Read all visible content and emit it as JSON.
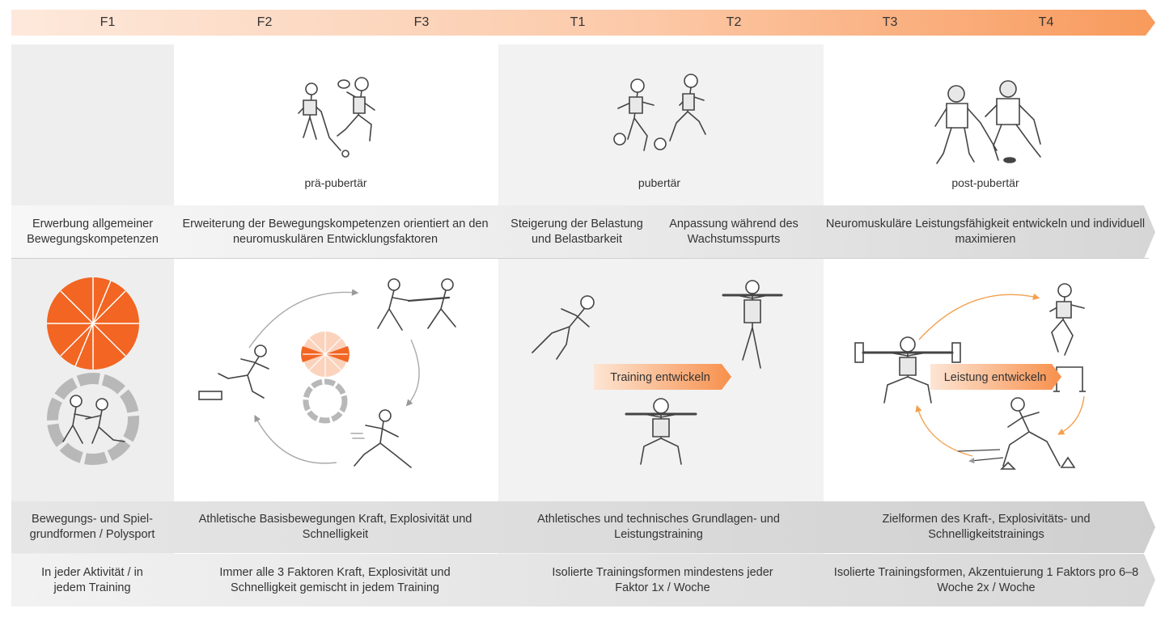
{
  "phases": [
    "F1",
    "F2",
    "F3",
    "T1",
    "T2",
    "T3",
    "T4"
  ],
  "stages": {
    "pre": "prä-pubertär",
    "pub": "pubertär",
    "post": "post-pubertär"
  },
  "goals": {
    "f1": "Erwerbung allgemeiner Bewegungskompetenzen",
    "f23": "Erweiterung der Bewegungskompetenzen orientiert an den neuromuskulären Entwicklungsfaktoren",
    "t1": "Steigerung der Belastung und Belastbarkeit",
    "t2": "Anpassung während des Wachstumsspurts",
    "t34": "Neuromuskuläre Leistungsfähigkeit entwickeln und individuell maximieren"
  },
  "center_labels": {
    "training": "Training entwickeln",
    "leistung": "Leistung entwickeln"
  },
  "forms": {
    "f1": "Bewegungs- und Spiel-grundformen / Polysport",
    "f23": "Athletische Basisbewegungen Kraft, Explosivität und Schnelligkeit",
    "t12": "Athletisches und technisches Grundlagen- und Leistungstraining",
    "t34": "Zielformen des Kraft-, Explosivitäts- und Schnelligkeitstrainings"
  },
  "frequency": {
    "f1": "In jeder Aktivität / in jedem Training",
    "f23": "Immer alle 3 Faktoren Kraft, Explosivität und Schnelligkeit gemischt in jedem Training",
    "t12": "Isolierte Trainingsformen mindestens jeder Faktor 1x / Woche",
    "t34": "Isolierte Trainingsformen, Akzentuierung 1 Faktors pro 6–8 Woche 2x / Woche"
  },
  "colors": {
    "accent": "#f26522",
    "accent_light": "#fbd3bd",
    "band_gray": "#dcdcdc",
    "band_light": "#f4f4f4"
  },
  "icons": [
    "floorball-players-icon",
    "football-players-icon",
    "ice-hockey-players-icon",
    "wrestling-kids-icon",
    "tug-of-war-icon",
    "box-jump-icon",
    "sprint-icon",
    "squat-barbell-icon",
    "lunge-barbell-icon",
    "hurdle-jump-icon",
    "agility-run-icon"
  ]
}
